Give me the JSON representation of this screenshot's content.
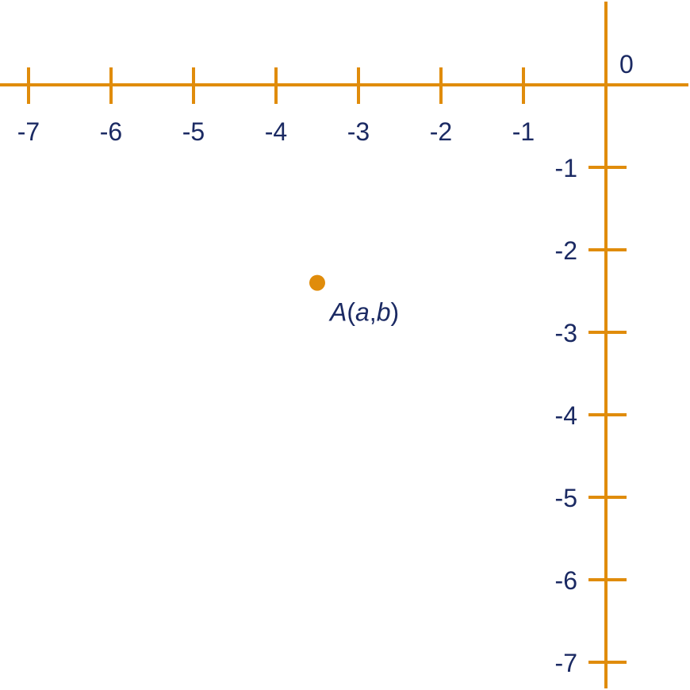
{
  "colors": {
    "axis": "#e08c0b",
    "text": "#1b2a63",
    "point": "#e08c0b"
  },
  "origin_label": "0",
  "x_axis": {
    "ticks": [
      -7,
      -6,
      -5,
      -4,
      -3,
      -2,
      -1
    ],
    "tick_labels": [
      "-7",
      "-6",
      "-5",
      "-4",
      "-3",
      "-2",
      "-1"
    ]
  },
  "y_axis": {
    "ticks": [
      -1,
      -2,
      -3,
      -4,
      -5,
      -6,
      -7
    ],
    "tick_labels": [
      "-1",
      "-2",
      "-3",
      "-4",
      "-5",
      "-6",
      "-7"
    ]
  },
  "point": {
    "x": -3.5,
    "y": -2.4,
    "label_name": "A",
    "label_open": "(",
    "label_a": "a",
    "label_comma": ",",
    "label_b": "b",
    "label_close": ")"
  }
}
